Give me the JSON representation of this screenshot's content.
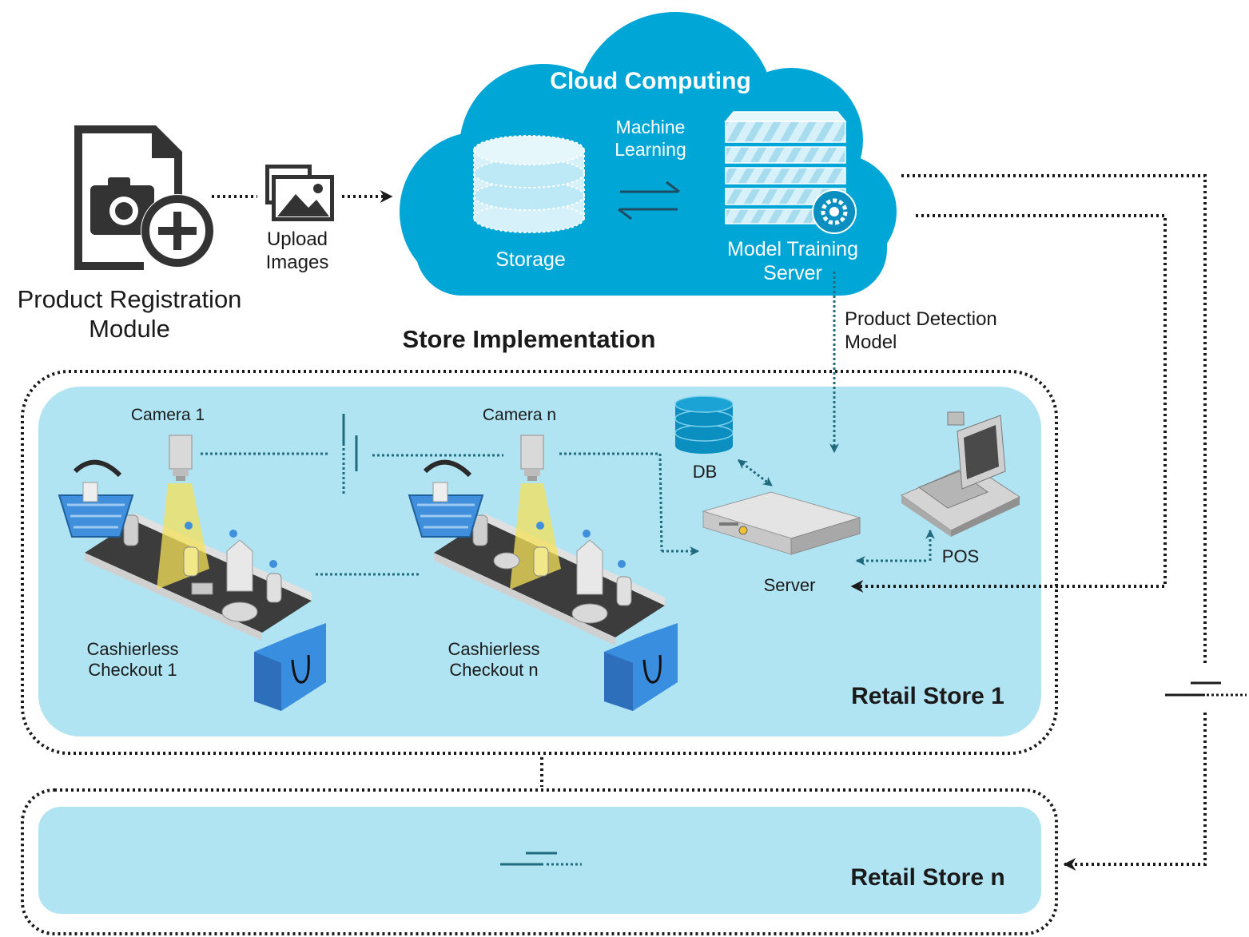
{
  "registration": {
    "label_line1": "Product Registration",
    "label_line2": "Module"
  },
  "upload": {
    "line1": "Upload",
    "line2": "Images"
  },
  "cloud": {
    "title": "Cloud Computing",
    "ml_line1": "Machine",
    "ml_line2": "Learning",
    "storage": "Storage",
    "server_line1": "Model Training",
    "server_line2": "Server"
  },
  "detection": {
    "line1": "Product Detection",
    "line2": "Model"
  },
  "store_impl": {
    "title": "Store Implementation"
  },
  "store1": {
    "name": "Retail Store 1",
    "camera1": "Camera 1",
    "cameran": "Camera n",
    "checkout1_line1": "Cashierless",
    "checkout1_line2": "Checkout 1",
    "checkoutn_line1": "Cashierless",
    "checkoutn_line2": "Checkout n",
    "db": "DB",
    "server": "Server",
    "pos": "POS"
  },
  "storen": {
    "name": "Retail Store n"
  },
  "colors": {
    "cloud": "#00a6d6",
    "store_fill": "#b0e4f2",
    "connector_teal": "#1f6a7c",
    "basket": "#3f8fdc",
    "bag": "#3a8ee0",
    "icon_dark": "#333333"
  }
}
